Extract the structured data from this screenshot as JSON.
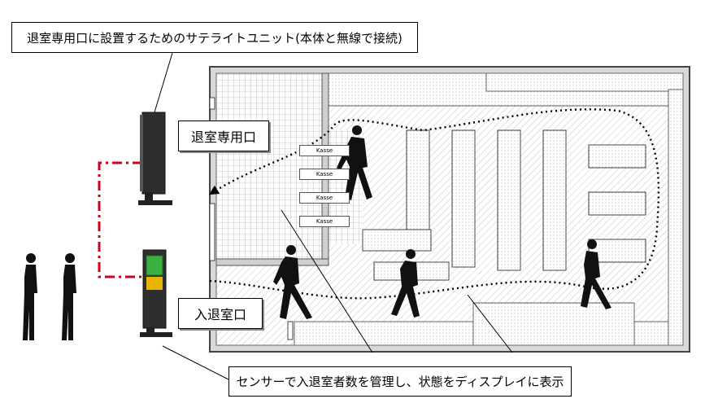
{
  "callouts": {
    "satellite_unit": "退室専用口に設置するためのサテライトユニット(本体と無線で接続)",
    "sensor": "センサーで入退室者数を管理し、状態をディスプレイに表示"
  },
  "labels": {
    "exit_only": "退室専用口",
    "entrance_exit": "入退室口"
  },
  "registers": [
    "Kasse",
    "Kasse",
    "Kasse",
    "Kasse"
  ],
  "colors": {
    "link_line": "#d0021b",
    "wall": "#444444",
    "path": "#000000"
  },
  "icons": [
    "tower-satellite-unit",
    "tower-display-unit",
    "person-silhouette"
  ]
}
